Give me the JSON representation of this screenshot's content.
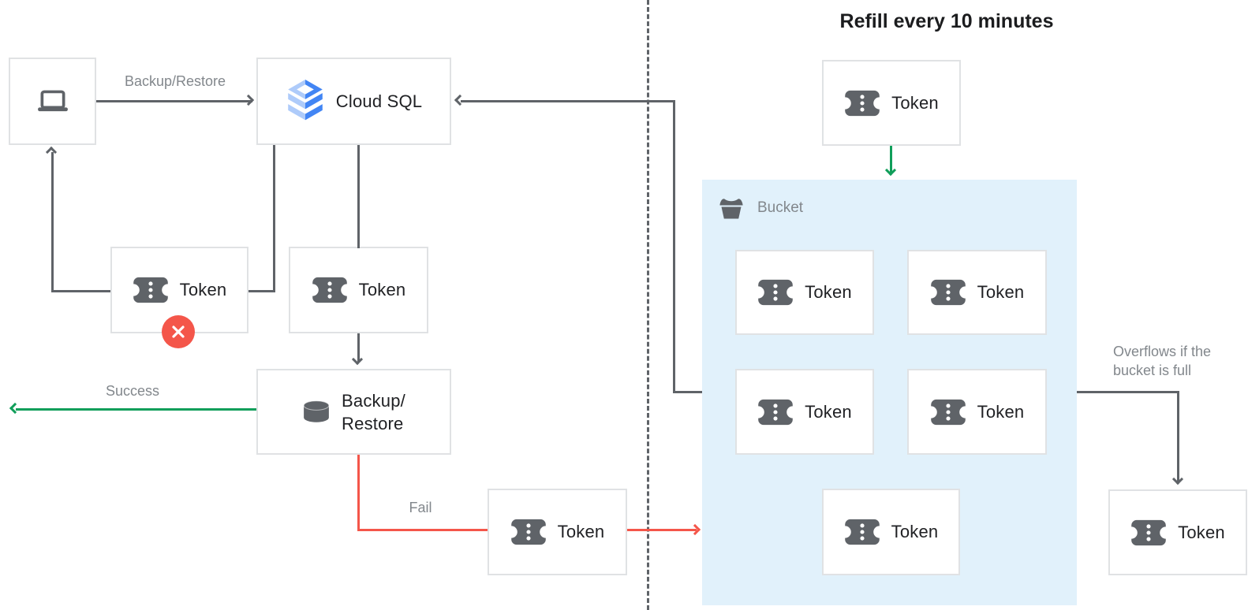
{
  "title": "Refill every 10 minutes",
  "colors": {
    "green": "#109E5A",
    "red": "#F4564A",
    "line": "#5F6368",
    "bucket_fill": "#E1F1FB",
    "border": "#E0E2E4",
    "label_gray": "#82878C",
    "text_dark": "#202124"
  },
  "icons": [
    "laptop-icon",
    "cloud-sql-icon",
    "token-icon",
    "database-icon",
    "bucket-icon",
    "error-x-icon"
  ],
  "nodes": {
    "client": {
      "icon": "laptop-icon"
    },
    "cloud_sql": {
      "label": "Cloud SQL"
    },
    "rejected_token": {
      "label": "Token",
      "badge": "error-x"
    },
    "request_token": {
      "label": "Token"
    },
    "backup_restore": {
      "label_line1": "Backup/",
      "label_line2": "Restore"
    },
    "fail_token": {
      "label": "Token"
    },
    "refill_token": {
      "label": "Token"
    },
    "overflow_token": {
      "label": "Token"
    }
  },
  "bucket": {
    "label": "Bucket",
    "tokens": [
      "Token",
      "Token",
      "Token",
      "Token",
      "Token"
    ]
  },
  "edges": {
    "backup_restore_label": "Backup/Restore",
    "success_label": "Success",
    "fail_label": "Fail",
    "overflow_label_line1": "Overflows if the",
    "overflow_label_line2": "bucket is full"
  }
}
